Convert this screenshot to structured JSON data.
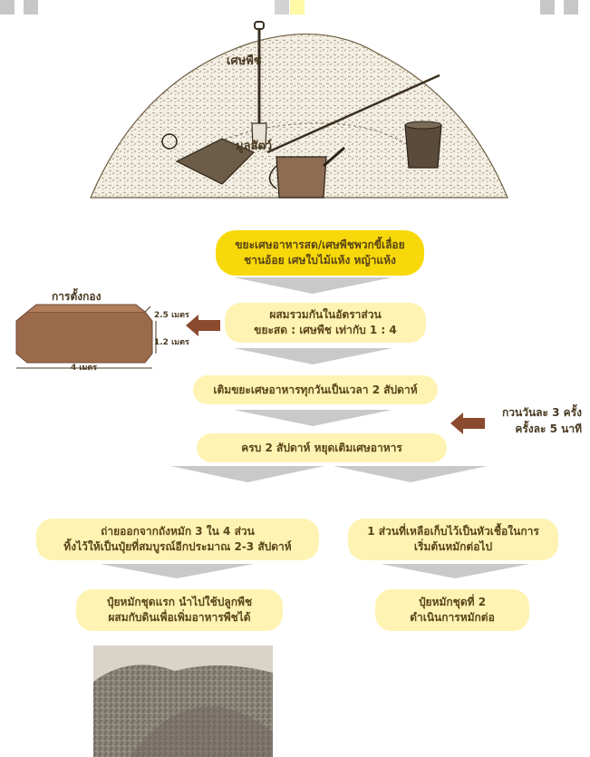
{
  "illustration": {
    "label_plant_waste": "เศษพืช",
    "label_manure": "มูลสัตว์"
  },
  "flow": {
    "step1": {
      "line1": "ขยะเศษอาหารสด/เศษพืชพวกขี้เลื่อย",
      "line2": "ชานอ้อย เศษใบไม้แห้ง หญ้าแห้ง"
    },
    "step2": {
      "line1": "ผสมรวมกันในอัตราส่วน",
      "line2": "ขยะสด : เศษพืช เท่ากับ 1 : 4"
    },
    "step3": {
      "line1": "เติมขยะเศษอาหารทุกวันเป็นเวลา 2 สัปดาห์"
    },
    "step4": {
      "line1": "ครบ 2 สัปดาห์ หยุดเติมเศษอาหาร"
    },
    "left_a": {
      "line1": "ถ่ายออกจากถังหมัก 3 ใน 4 ส่วน",
      "line2": "ทิ้งไว้ให้เป็นปุ๋ยที่สมบูรณ์อีกประมาณ 2-3 สัปดาห์"
    },
    "left_b": {
      "line1": "ปุ๋ยหมักชุดแรก นำไปใช้ปลูกพืช",
      "line2": "ผสมกับดินเพื่อเพิ่มอาหารพืชได้"
    },
    "right_a": {
      "line1": "1 ส่วนที่เหลือเก็บไว้เป็นหัวเชื้อในการ",
      "line2": "เริ่มต้นหมักต่อไป"
    },
    "right_b": {
      "line1": "ปุ๋ยหมักชุดที่ 2",
      "line2": "ดำเนินการหมักต่อ"
    }
  },
  "pile": {
    "title": "การตั้งกอง",
    "width_label": "2.5 เมตร",
    "height_label": "1.2 เมตร",
    "length_label": "4 เมตร"
  },
  "turning_note": {
    "line1": "กวนวันละ 3 ครั้ง",
    "line2": "ครั้งละ 5 นาที"
  },
  "colors": {
    "highlight_box": "#f7d90b",
    "step_box": "#fff3b3",
    "arrow_chevron": "#c9c9c9",
    "side_arrow": "#8a4a2e",
    "pile_brown": "#9b6a4a"
  }
}
